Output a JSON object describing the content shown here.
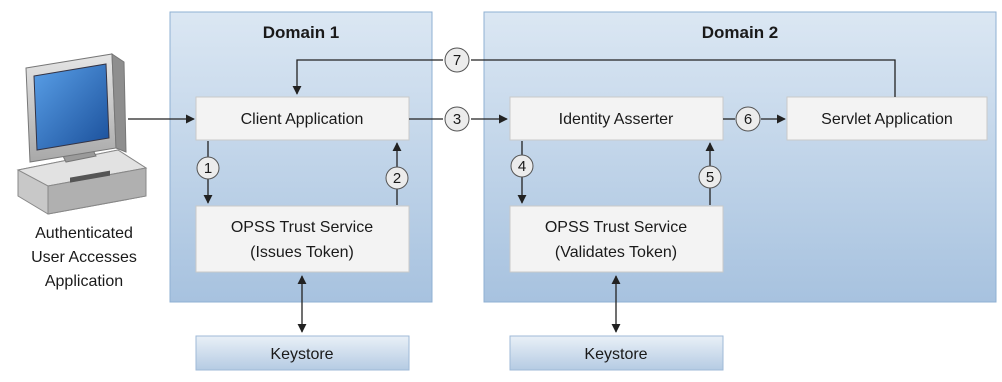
{
  "domains": [
    {
      "title": "Domain 1"
    },
    {
      "title": "Domain 2"
    }
  ],
  "user": {
    "lines": [
      "Authenticated",
      "User Accesses",
      "Application"
    ]
  },
  "boxes": {
    "client_app": "Client Application",
    "trust_issue": [
      "OPSS Trust Service",
      "(Issues Token)"
    ],
    "keystore_1": "Keystore",
    "identity_asserter": "Identity Asserter",
    "trust_validate": [
      "OPSS Trust Service",
      "(Validates Token)"
    ],
    "keystore_2": "Keystore",
    "servlet_app": "Servlet Application"
  },
  "steps": [
    "1",
    "2",
    "3",
    "4",
    "5",
    "6",
    "7"
  ],
  "colors": {
    "domain_fill_top": "#d9e6f3",
    "domain_fill_bottom": "#a9c4e0",
    "domain_stroke": "#8fb0d3",
    "box_fill": "#f3f3f3",
    "box_stroke": "#c9c9c9",
    "line": "#222222"
  }
}
